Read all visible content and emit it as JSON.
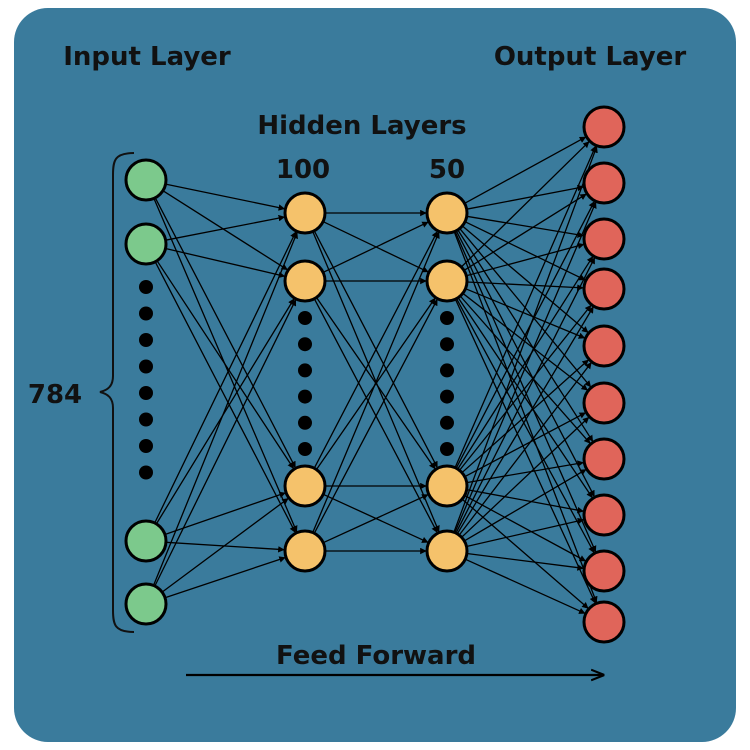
{
  "diagram": {
    "labels": {
      "input_layer": "Input Layer",
      "output_layer": "Output Layer",
      "hidden_layers": "Hidden Layers",
      "hidden_1_size": "100",
      "hidden_2_size": "50",
      "input_size": "784",
      "direction": "Feed Forward"
    },
    "colors": {
      "background": "#3a7b9c",
      "input_node": "#7cc98c",
      "hidden_node": "#f5c26b",
      "output_node": "#e0655a",
      "edge": "#000000"
    },
    "layers": [
      {
        "name": "input",
        "visible_nodes": 4,
        "ellipsis_dots": 8
      },
      {
        "name": "hidden-1",
        "visible_nodes": 4,
        "ellipsis_dots": 6
      },
      {
        "name": "hidden-2",
        "visible_nodes": 4,
        "ellipsis_dots": 6
      },
      {
        "name": "output",
        "visible_nodes": 10,
        "ellipsis_dots": 0
      }
    ]
  }
}
